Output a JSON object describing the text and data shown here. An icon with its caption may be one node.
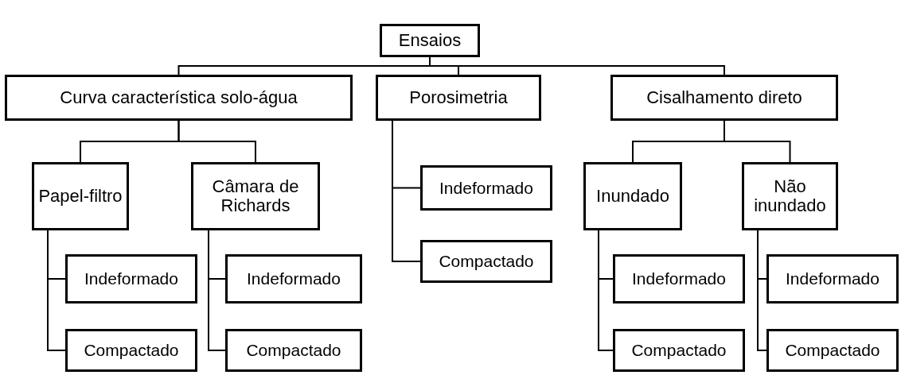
{
  "diagram": {
    "nodes": [
      {
        "text": [
          "Ensaios"
        ]
      },
      {
        "text": [
          "Curva característica solo-água"
        ]
      },
      {
        "text": [
          "Porosimetria"
        ]
      },
      {
        "text": [
          "Cisalhamento direto"
        ]
      },
      {
        "text": [
          "Papel-filtro"
        ]
      },
      {
        "text": [
          "Câmara de Richards"
        ]
      },
      {
        "text": [
          "Indeformado"
        ]
      },
      {
        "text": [
          "Compactado"
        ]
      },
      {
        "text": [
          "Inundado"
        ]
      },
      {
        "text": [
          "Não inundado"
        ]
      },
      {
        "text": [
          "Indeformado"
        ]
      },
      {
        "text": [
          "Compactado"
        ]
      },
      {
        "text": [
          "Indeformado"
        ]
      },
      {
        "text": [
          "Compactado"
        ]
      },
      {
        "text": [
          "Indeformado"
        ]
      },
      {
        "text": [
          "Compactado"
        ]
      },
      {
        "text": [
          "Indeformado"
        ]
      },
      {
        "text": [
          "Compactado"
        ]
      }
    ],
    "edges": [
      {
        "from": 0,
        "to": 1,
        "arrow": "none"
      },
      {
        "from": 0,
        "to": 2,
        "arrow": "none"
      },
      {
        "from": 0,
        "to": 3,
        "arrow": "none"
      },
      {
        "from": 1,
        "to": 4,
        "arrow": "none"
      },
      {
        "from": 1,
        "to": 5,
        "arrow": "none"
      },
      {
        "from": 2,
        "to": 6,
        "arrow": "none"
      },
      {
        "from": 2,
        "to": 7,
        "arrow": "none"
      },
      {
        "from": 3,
        "to": 8,
        "arrow": "none"
      },
      {
        "from": 3,
        "to": 9,
        "arrow": "none"
      },
      {
        "from": 4,
        "to": 10,
        "arrow": "none"
      },
      {
        "from": 4,
        "to": 11,
        "arrow": "none"
      },
      {
        "from": 5,
        "to": 12,
        "arrow": "none"
      },
      {
        "from": 5,
        "to": 13,
        "arrow": "none"
      },
      {
        "from": 8,
        "to": 14,
        "arrow": "none"
      },
      {
        "from": 8,
        "to": 15,
        "arrow": "none"
      },
      {
        "from": 9,
        "to": 16,
        "arrow": "none"
      },
      {
        "from": 9,
        "to": 17,
        "arrow": "none"
      }
    ]
  }
}
